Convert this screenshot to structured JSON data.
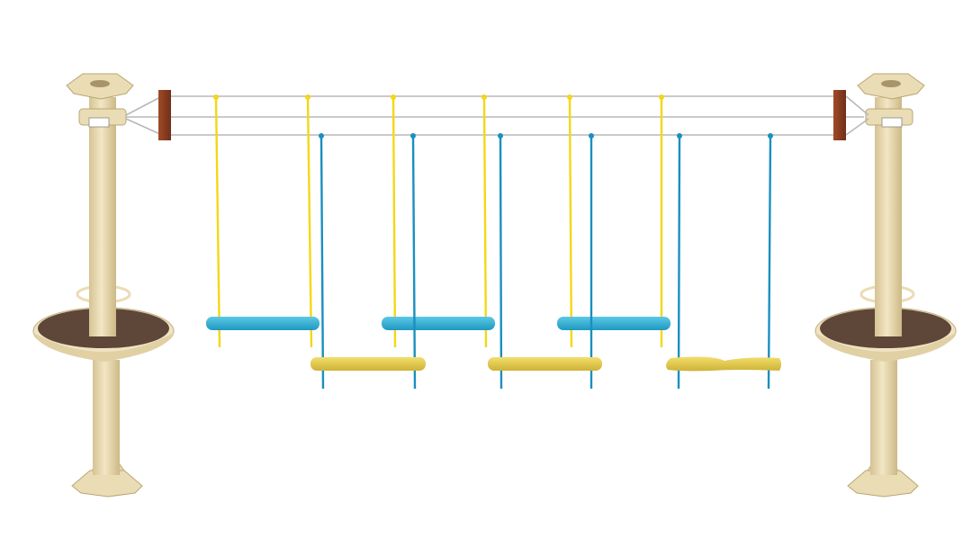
{
  "scene": {
    "subject": "rope-course-swing-bridge",
    "background_color": "#ffffff",
    "colors": {
      "post": "#eadcb4",
      "post_shade": "#d8c69a",
      "post_edge": "#b9a774",
      "platform_top": "#5e4638",
      "platform_rim": "#efe3c2",
      "wood_block": "#8a3e22",
      "cable": "#b8b8b8",
      "yellow_rope": "#f2d816",
      "blue_rope": "#1a8fc0",
      "cyan_seat": "#35b4d8",
      "yellow_seat": "#e8cf4e"
    },
    "upper_swing_count": 3,
    "lower_swing_count": 3
  }
}
